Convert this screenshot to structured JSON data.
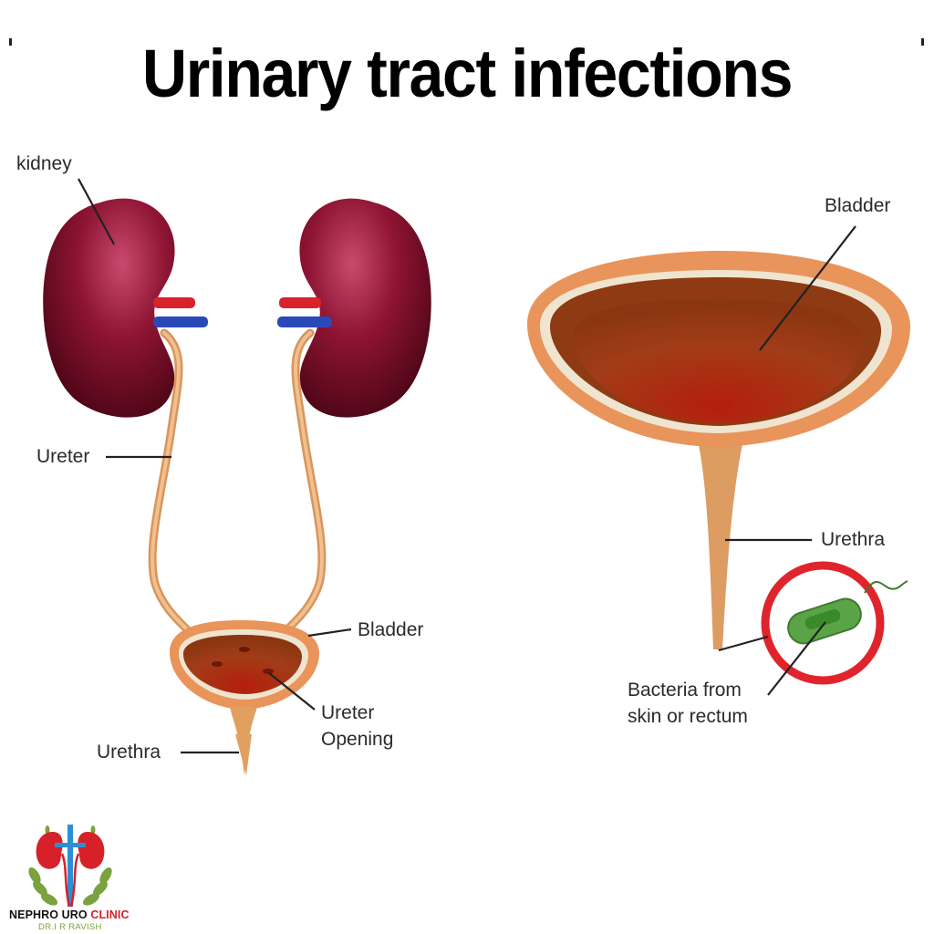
{
  "title": "Urinary tract infections",
  "left_diagram": {
    "labels": {
      "kidney": "kidney",
      "ureter": "Ureter",
      "bladder": "Bladder",
      "ureter_opening_line1": "Ureter",
      "ureter_opening_line2": "Opening",
      "urethra": "Urethra"
    }
  },
  "right_diagram": {
    "labels": {
      "bladder": "Bladder",
      "urethra": "Urethra",
      "bacteria_line1": "Bacteria from",
      "bacteria_line2": "skin or rectum"
    }
  },
  "logo": {
    "name_part1": "NEPHRO URO ",
    "name_part2": "CLINIC",
    "doctor": "DR.I R RAVISH"
  },
  "colors": {
    "kidney": "#8e1433",
    "artery": "#d8222c",
    "vein": "#2a49b8",
    "tube": "#e2a873",
    "bladder_outer": "#e9945a",
    "bladder_inner": "#9a3a12",
    "bacteria": "#5aa447",
    "ring": "#e0242c",
    "logo_red": "#d6202a",
    "logo_green": "#7aa23e"
  }
}
